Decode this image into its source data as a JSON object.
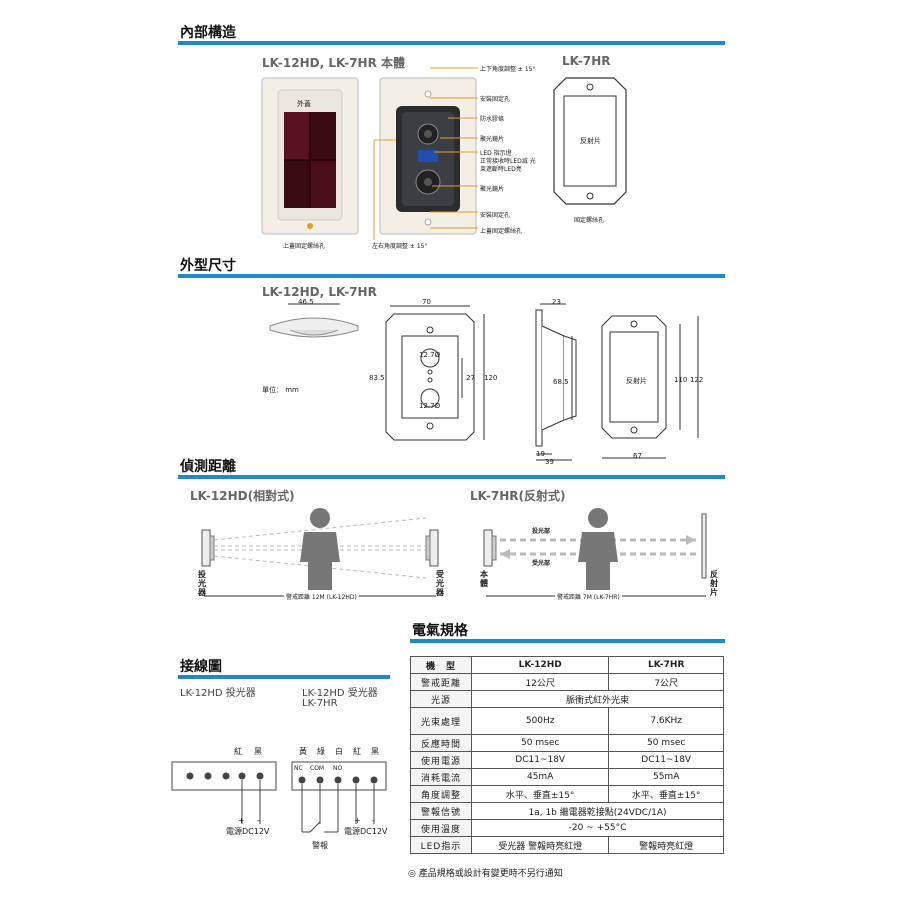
{
  "sections": {
    "internal": "內部構造",
    "dimensions": "外型尺寸",
    "distance": "偵測距離",
    "spec": "電氣規格",
    "wiring": "接線圖"
  },
  "internal": {
    "main_title": "LK-12HD, LK-7HR  本體",
    "reflector_title": "LK-7HR",
    "cover_label": "外蓋",
    "bottom_screw": "上蓋固定螺絲孔",
    "horiz_adjust": "左右角度調整  ± 15°",
    "callouts": [
      "上下角度調整 ± 15°",
      "安裝固定孔",
      "防水膠條",
      "聚光鏡片",
      "LED 指示燈",
      "正常接收時LED滅 光束遮斷時LED亮",
      "聚光鏡片",
      "安裝固定孔",
      "上蓋固定螺絲孔"
    ],
    "reflector_label": "反射片",
    "reflector_screw": "固定螺絲孔"
  },
  "dims": {
    "title": "LK-12HD, LK-7HR",
    "unit": "單位： mm",
    "d_46_5": "46.5",
    "d_70": "70",
    "d_83_5": "83.5",
    "d_27": "27",
    "d_120": "120",
    "hole1": "12.7Ø",
    "hole2": "12.7Ø",
    "d_23": "23",
    "d_68_5": "68.5",
    "d_19": "19",
    "d_39": "39",
    "reflector": "反射片",
    "d_110": "110",
    "d_122": "122",
    "d_67": "67"
  },
  "distance": {
    "left_title": "LK-12HD(相對式)",
    "right_title": "LK-7HR(反射式)",
    "emitter": "投光器",
    "receiver": "受光器",
    "left_caption": "警戒距離 12M (LK-12HD)",
    "body": "本體",
    "reflector": "反射片",
    "emit_part": "投光部",
    "recv_part": "受光部",
    "right_caption": "警戒距離 7M (LK-7HR)"
  },
  "spec": {
    "header": [
      "機　型",
      "LK-12HD",
      "LK-7HR"
    ],
    "rows": [
      [
        "警戒距離",
        "12公尺",
        "7公尺"
      ],
      [
        "光源",
        "脈衝式紅外光束",
        ""
      ],
      [
        "光束處理",
        "500Hz",
        "7.6KHz"
      ],
      [
        "反應時間",
        "50 msec",
        "50 msec"
      ],
      [
        "使用電源",
        "DC11~18V",
        "DC11~18V"
      ],
      [
        "消耗電流",
        "45mA",
        "55mA"
      ],
      [
        "角度調整",
        "水平、垂直±15°",
        "水平、垂直±15°"
      ],
      [
        "警報信號",
        "1a, 1b  繼電器乾接點(24VDC/1A)",
        ""
      ],
      [
        "使用溫度",
        "-20  ~  +55°C",
        ""
      ],
      [
        "LED指示",
        "受光器  警報時亮紅燈",
        "警報時亮紅燈"
      ]
    ],
    "note": "◎ 產品規格或設計有變更時不另行通知"
  },
  "wiring": {
    "emitter_title": "LK-12HD 投光器",
    "receiver_title_1": "LK-12HD 受光器",
    "receiver_title_2": "LK-7HR",
    "emit_red": "紅",
    "emit_black": "黑",
    "recv_colors": [
      "黃",
      "綠",
      "白",
      "紅",
      "黑"
    ],
    "nc": "NC",
    "com": "COM",
    "no": "NO",
    "plus": "+",
    "minus": "-",
    "emit_power": "電源DC12V",
    "recv_power": "電源DC12V",
    "alarm": "警報"
  }
}
